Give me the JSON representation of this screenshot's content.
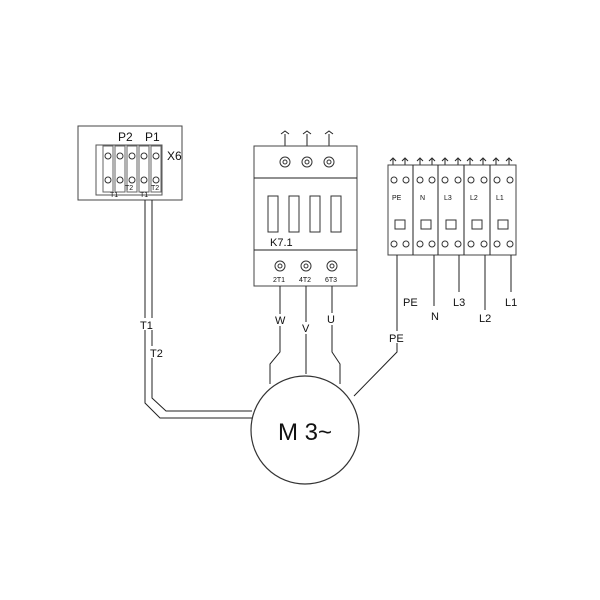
{
  "control_box": {
    "label_p2": "P2",
    "label_p1": "P1",
    "label_x6": "X6",
    "term_t2": "T2",
    "term_t2b": "T2",
    "term_t1": "T1",
    "term_t1b": "T1"
  },
  "contactor": {
    "name": "K7.1",
    "out_1": "2T1",
    "out_2": "4T2",
    "out_3": "6T3"
  },
  "terminal_block": {
    "slots": [
      "PE",
      "N",
      "L3",
      "L2",
      "L1"
    ]
  },
  "wires": {
    "t1": "T1",
    "t2": "T2",
    "w": "W",
    "v": "V",
    "u": "U",
    "pe_motor": "PE",
    "pe": "PE",
    "n": "N",
    "l3": "L3",
    "l2": "L2",
    "l1": "L1"
  },
  "motor": {
    "label": "M 3~"
  }
}
